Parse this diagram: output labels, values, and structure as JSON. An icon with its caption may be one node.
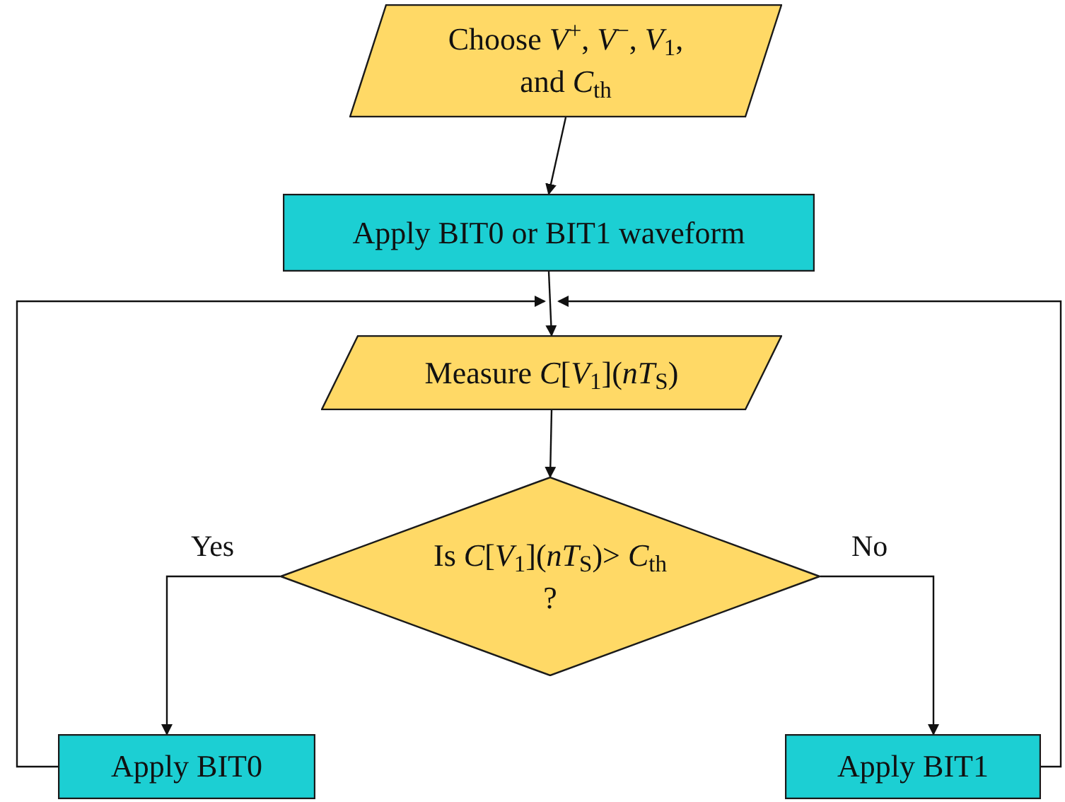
{
  "diagram": {
    "nodes": [
      {
        "text": [
          "Choose *V*$^{+}$, *V*$^{−}$, *V*$_{1}$, and *C*$_{th}$"
        ]
      },
      {
        "text": [
          "Apply BIT0 or BIT1 waveform"
        ]
      },
      {
        "text": [
          "Measure *C*[*V*$_{1}$](*nT*$_{S}$)"
        ]
      },
      {
        "text": [
          "Is *C*[*V*$_{1}$](*nT*$_{S}$)> *C*$_{th}$ ?"
        ]
      },
      {
        "text": [
          "Apply BIT0"
        ]
      },
      {
        "text": [
          "Apply BIT1"
        ]
      }
    ],
    "edges": [
      {
        "from": 0,
        "to": 1,
        "arrow": "to"
      },
      {
        "from": 1,
        "to": 2,
        "arrow": "to"
      },
      {
        "from": 2,
        "to": 3,
        "arrow": "to"
      },
      {
        "from": 3,
        "to": 4,
        "arrow": "to",
        "label": "Yes"
      },
      {
        "from": 3,
        "to": 5,
        "arrow": "to",
        "label": "No"
      },
      {
        "from": 4,
        "to": 2,
        "arrow": "to"
      },
      {
        "from": 5,
        "to": 2,
        "arrow": "to"
      }
    ]
  }
}
